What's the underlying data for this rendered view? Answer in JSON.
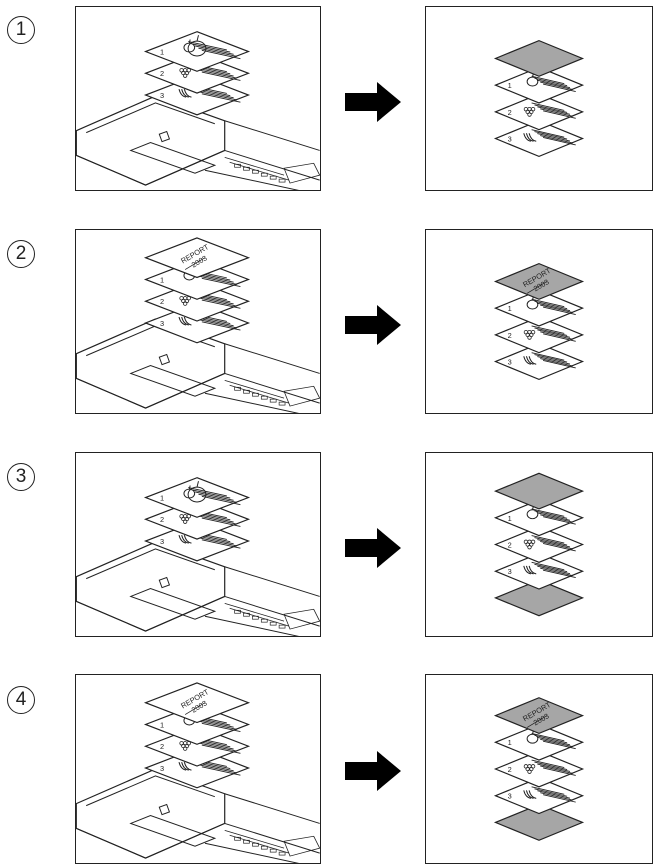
{
  "steps": [
    {
      "number": "1",
      "has_report_cover": false,
      "has_back_cover": false,
      "original_pages": [
        "1",
        "2",
        "3"
      ],
      "output_pages": [
        "1",
        "2",
        "3"
      ]
    },
    {
      "number": "2",
      "has_report_cover": true,
      "has_back_cover": false,
      "original_pages": [
        "1",
        "2",
        "3"
      ],
      "output_pages": [
        "1",
        "2",
        "3"
      ]
    },
    {
      "number": "3",
      "has_report_cover": false,
      "has_back_cover": true,
      "original_pages": [
        "1",
        "2",
        "3"
      ],
      "output_pages": [
        "1",
        "2",
        "3"
      ]
    },
    {
      "number": "4",
      "has_report_cover": true,
      "has_back_cover": true,
      "original_pages": [
        "1",
        "2",
        "3"
      ],
      "output_pages": [
        "1",
        "2",
        "3"
      ]
    }
  ],
  "report_cover": {
    "line1": "REPORT",
    "line2": "2003"
  },
  "colors": {
    "cover_fill": "#a6a6a6",
    "line": "#222222",
    "paper": "#ffffff",
    "arrow": "#000000"
  },
  "icons": {
    "arrow": "right-arrow-icon",
    "copier": "copier-icon",
    "apple": "apple-icon",
    "grapes": "grapes-icon",
    "banana": "banana-icon"
  }
}
